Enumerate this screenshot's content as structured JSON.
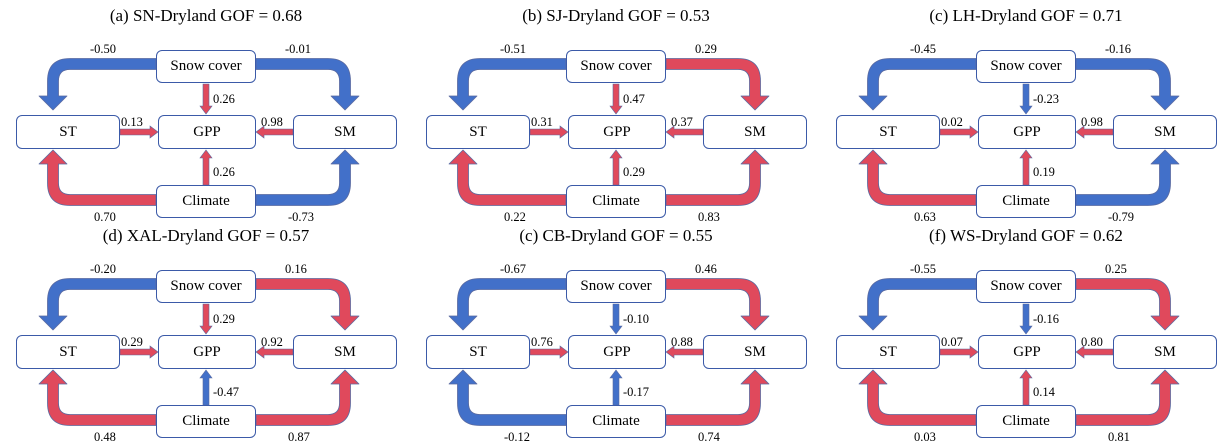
{
  "labels": {
    "snow": "Snow cover",
    "st": "ST",
    "gpp": "GPP",
    "sm": "SM",
    "climate": "Climate"
  },
  "colors": {
    "positive": "#e0495c",
    "negative": "#4270c9",
    "arrow_edge": "#5a6aa0"
  },
  "panels": [
    {
      "title": "(a) SN-Dryland  GOF = 0.68",
      "snow_st": "-0.50",
      "snow_sm": "-0.01",
      "snow_gpp": "0.26",
      "st_gpp": "0.13",
      "sm_gpp": "0.98",
      "clim_gpp": "0.26",
      "clim_st": "0.70",
      "clim_sm": "-0.73"
    },
    {
      "title": "(b) SJ-Dryland  GOF = 0.53",
      "snow_st": "-0.51",
      "snow_sm": "0.29",
      "snow_gpp": "0.47",
      "st_gpp": "0.31",
      "sm_gpp": "0.37",
      "clim_gpp": "0.29",
      "clim_st": "0.22",
      "clim_sm": "0.83"
    },
    {
      "title": "(c) LH-Dryland  GOF = 0.71",
      "snow_st": "-0.45",
      "snow_sm": "-0.16",
      "snow_gpp": "-0.23",
      "st_gpp": "0.02",
      "sm_gpp": "0.98",
      "clim_gpp": "0.19",
      "clim_st": "0.63",
      "clim_sm": "-0.79"
    },
    {
      "title": "(d) XAL-Dryland  GOF = 0.57",
      "snow_st": "-0.20",
      "snow_sm": "0.16",
      "snow_gpp": "0.29",
      "st_gpp": "0.29",
      "sm_gpp": "0.92",
      "clim_gpp": "-0.47",
      "clim_st": "0.48",
      "clim_sm": "0.87"
    },
    {
      "title": "(c) CB-Dryland  GOF = 0.55",
      "snow_st": "-0.67",
      "snow_sm": "0.46",
      "snow_gpp": "-0.10",
      "st_gpp": "0.76",
      "sm_gpp": "0.88",
      "clim_gpp": "-0.17",
      "clim_st": "-0.12",
      "clim_sm": "0.74"
    },
    {
      "title": "(f) WS-Dryland  GOF = 0.62",
      "snow_st": "-0.55",
      "snow_sm": "0.25",
      "snow_gpp": "-0.16",
      "st_gpp": "0.07",
      "sm_gpp": "0.80",
      "clim_gpp": "0.14",
      "clim_st": "0.03",
      "clim_sm": "0.81"
    }
  ]
}
